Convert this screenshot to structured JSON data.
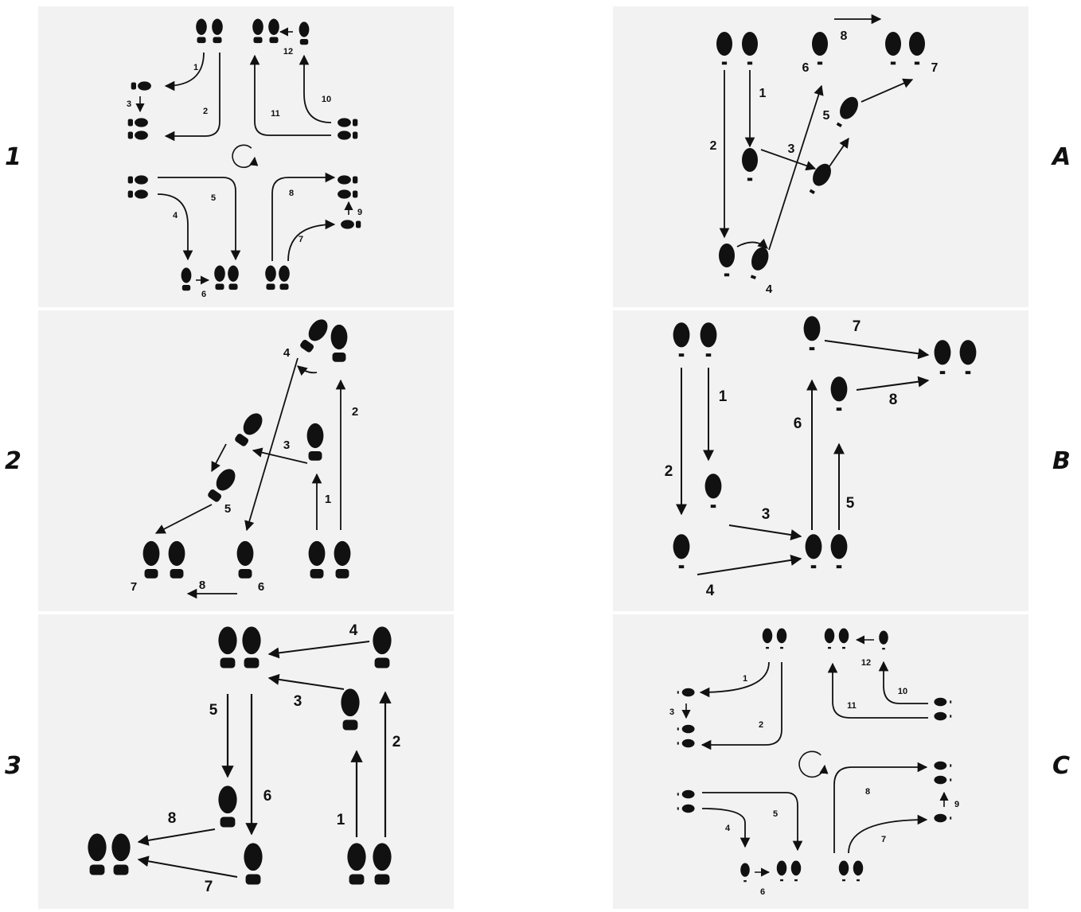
{
  "left_labels": [
    "1",
    "2",
    "3"
  ],
  "right_labels": [
    "A",
    "B",
    "C"
  ],
  "panels": {
    "p1": {
      "numbers": [
        "1",
        "2",
        "3",
        "4",
        "5",
        "6",
        "7",
        "8",
        "9",
        "10",
        "11",
        "12"
      ]
    },
    "p2": {
      "numbers": [
        "1",
        "2",
        "3",
        "4",
        "5",
        "6",
        "7",
        "8"
      ]
    },
    "p3": {
      "numbers": [
        "1",
        "2",
        "3",
        "4",
        "5",
        "6",
        "7",
        "8"
      ]
    },
    "pA": {
      "numbers": [
        "1",
        "2",
        "3",
        "4",
        "5",
        "6",
        "7",
        "8"
      ]
    },
    "pB": {
      "numbers": [
        "1",
        "2",
        "3",
        "4",
        "5",
        "6",
        "7",
        "8"
      ]
    },
    "pC": {
      "numbers": [
        "1",
        "2",
        "3",
        "4",
        "5",
        "6",
        "7",
        "8",
        "9",
        "10",
        "11",
        "12"
      ]
    }
  }
}
